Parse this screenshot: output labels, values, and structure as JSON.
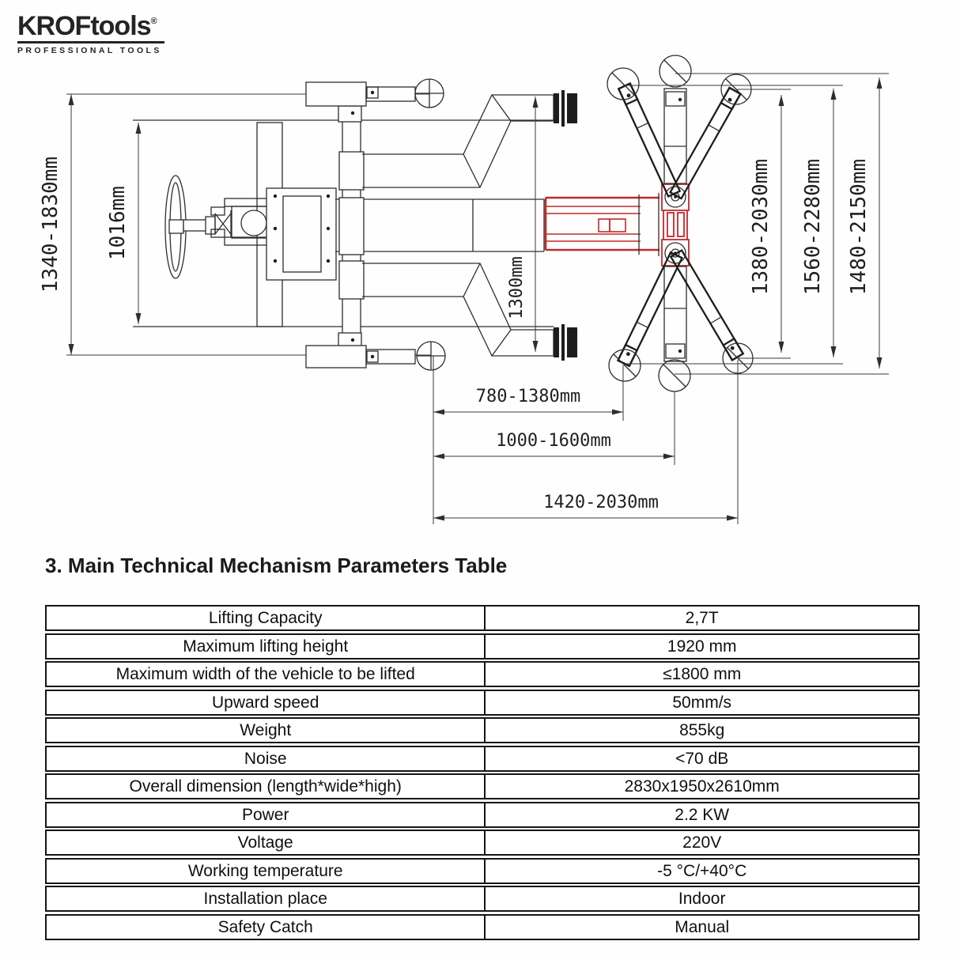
{
  "logo": {
    "brand_bold": "KROF",
    "brand_regular": "tools",
    "registered_mark": "®",
    "tagline": "PROFESSIONAL TOOLS"
  },
  "section": {
    "heading": "3. Main Technical Mechanism Parameters Table"
  },
  "diagram": {
    "description": "Top view technical drawing of single-post vehicle lift",
    "highlight_color": "#c12a2a",
    "dimensions": {
      "left_outer": "1340-1830mm",
      "left_inner": "1016mm",
      "center": "1300mm",
      "right_inner": "1380-2030mm",
      "right_middle": "1560-2280mm",
      "right_outer": "1480-2150mm",
      "bottom_inner": "780-1380mm",
      "bottom_middle": "1000-1600mm",
      "bottom_outer": "1420-2030mm"
    }
  },
  "table": {
    "rows": [
      {
        "param": "Lifting Capacity",
        "value": "2,7T"
      },
      {
        "param": "Maximum lifting height",
        "value": "1920 mm"
      },
      {
        "param": "Maximum width of the vehicle to be lifted",
        "value": "≤1800 mm"
      },
      {
        "param": "Upward speed",
        "value": "50mm/s"
      },
      {
        "param": "Weight",
        "value": "855kg"
      },
      {
        "param": "Noise",
        "value": "<70 dB"
      },
      {
        "param": "Overall dimension (length*wide*high)",
        "value": "2830x1950x2610mm"
      },
      {
        "param": "Power",
        "value": "2.2 KW"
      },
      {
        "param": "Voltage",
        "value": "220V"
      },
      {
        "param": "Working temperature",
        "value": "-5 °C/+40°C"
      },
      {
        "param": "Installation place",
        "value": "Indoor"
      },
      {
        "param": "Safety Catch",
        "value": "Manual"
      }
    ]
  }
}
